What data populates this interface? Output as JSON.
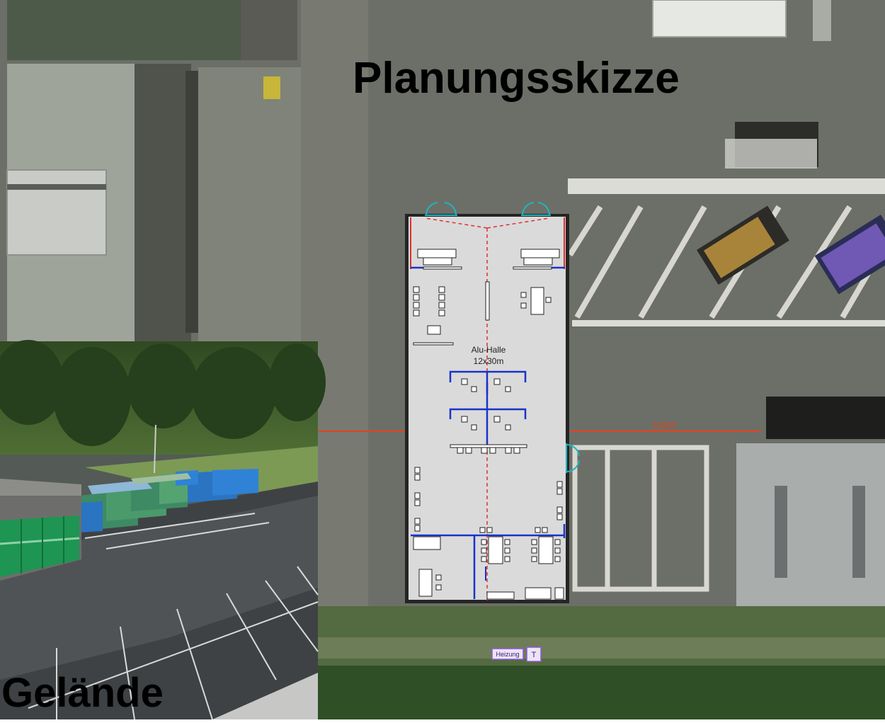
{
  "titles": {
    "planning": "Planungsskizze",
    "site": "Gelände"
  },
  "hall": {
    "name": "Alu-Halle",
    "size": "12x30m"
  },
  "dimension": {
    "label": "15000",
    "color": "#e8401c"
  },
  "heating": {
    "label": "Heizung",
    "tag": "T"
  },
  "colors": {
    "hall_floor": "#dadada",
    "partition": "#1a33c8",
    "axis_dash": "#e03030",
    "door": "#20b4c0",
    "heating_box": "#8c5ad2",
    "asphalt": "#6b6e66",
    "grass": "#3b5c2c"
  },
  "icons": [
    "door-icon",
    "desk-icon",
    "chair-icon",
    "table-icon"
  ]
}
